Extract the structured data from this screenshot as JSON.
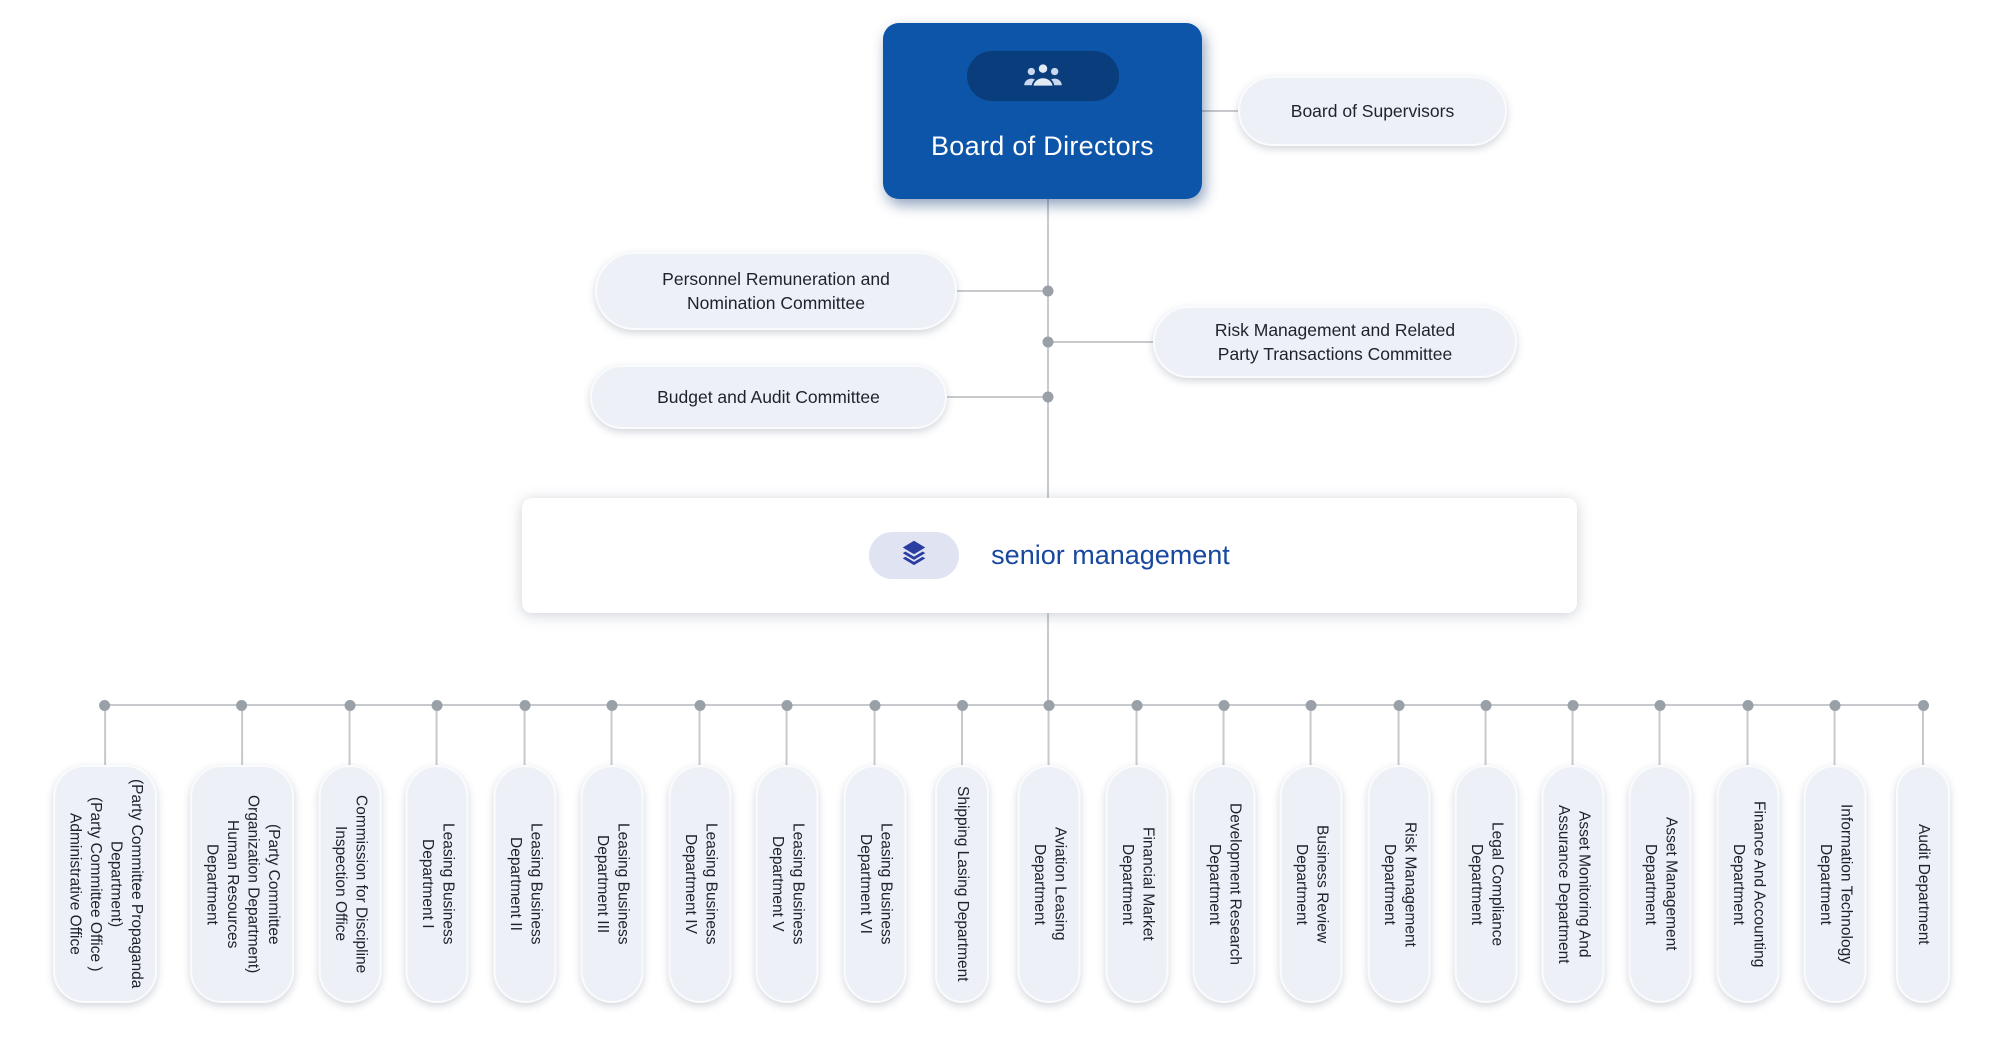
{
  "colors": {
    "board_blue": "#0d55a8",
    "board_icon_pill": "#0a3d7c",
    "senior_blue": "#17479f",
    "senior_icon_pill": "#dfe3f2",
    "node_bg": "#edf0f6",
    "connector_line": "#c7c9cd",
    "connector_dot": "#9aa0a8"
  },
  "board": {
    "title": "Board of Directors",
    "icon": "people-group-icon"
  },
  "supervisors": {
    "label": "Board of Supervisors"
  },
  "committees": [
    {
      "id": "personnel",
      "lines": [
        "Personnel Remuneration and",
        "Nomination Committee"
      ]
    },
    {
      "id": "risk",
      "lines": [
        "Risk Management and Related",
        "Party Transactions Committee"
      ]
    },
    {
      "id": "budget",
      "lines": [
        "Budget and Audit Committee"
      ]
    }
  ],
  "senior_management": {
    "label": "senior management",
    "icon": "layers-icon"
  },
  "departments": [
    {
      "lines": [
        "(Party Committee Propaganda",
        "Department)",
        "(Party Committee Office )",
        "Administrative Office"
      ]
    },
    {
      "lines": [
        "(Party Committee",
        "Organization Department)",
        "Human Resources",
        "Department"
      ]
    },
    {
      "lines": [
        "Commission for Discipline",
        "Inspection Office"
      ]
    },
    {
      "lines": [
        "Leasing Business",
        "Department I"
      ]
    },
    {
      "lines": [
        "Leasing Business",
        "Department II"
      ]
    },
    {
      "lines": [
        "Leasing Business",
        "Department III"
      ]
    },
    {
      "lines": [
        "Leasing Business",
        "Department IV"
      ]
    },
    {
      "lines": [
        "Leasing Business",
        "Department V"
      ]
    },
    {
      "lines": [
        "Leasing Business",
        "Department VI"
      ]
    },
    {
      "lines": [
        "Shipping Lasing Department"
      ]
    },
    {
      "lines": [
        "Aviation Leasing",
        "Department"
      ]
    },
    {
      "lines": [
        "Financial Market",
        "Department"
      ]
    },
    {
      "lines": [
        "Development Research",
        "Department"
      ]
    },
    {
      "lines": [
        "Business Review",
        "Department"
      ]
    },
    {
      "lines": [
        "Risk Management",
        "Department"
      ]
    },
    {
      "lines": [
        "Legal Compliance",
        "Department"
      ]
    },
    {
      "lines": [
        "Asset Monitoring And",
        "Assurance Department"
      ]
    },
    {
      "lines": [
        "Asset Management",
        "Department"
      ]
    },
    {
      "lines": [
        "Finance And Accounting",
        "Department"
      ]
    },
    {
      "lines": [
        "Information Technology",
        "Department"
      ]
    },
    {
      "lines": [
        "Audit Department"
      ]
    }
  ]
}
